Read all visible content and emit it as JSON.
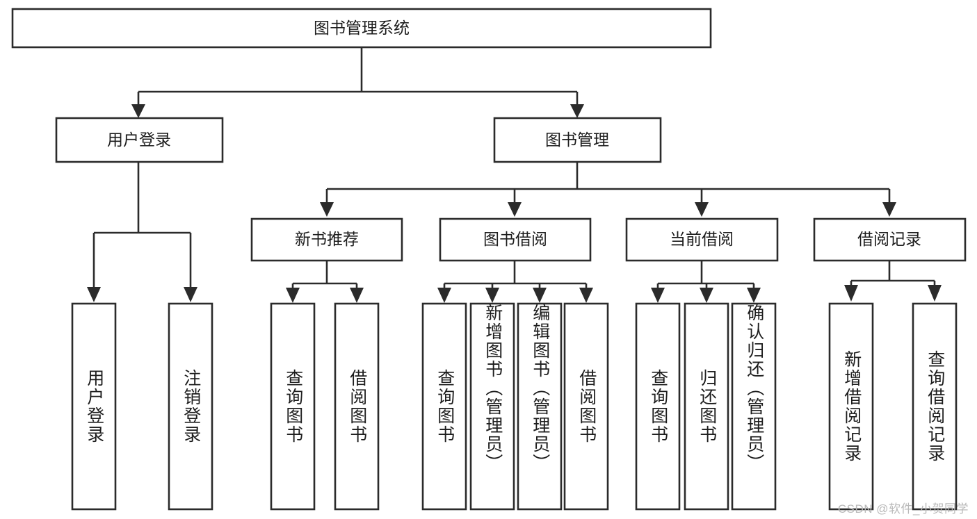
{
  "diagram": {
    "title": "图书管理系统",
    "type": "tree-hierarchy-chart",
    "watermark": "CSDN @软件_小贺同学",
    "colors": {
      "box_stroke": "#2b2b2b",
      "box_fill": "#ffffff",
      "text": "#1d1d1d",
      "background": "#ffffff",
      "watermark": "#b9b9b9"
    },
    "root": {
      "label": "图书管理系统"
    },
    "level2": [
      {
        "label": "用户登录"
      },
      {
        "label": "图书管理"
      }
    ],
    "level3": [
      {
        "label": "新书推荐"
      },
      {
        "label": "图书借阅"
      },
      {
        "label": "当前借阅"
      },
      {
        "label": "借阅记录"
      }
    ],
    "leaves": {
      "user_login": [
        {
          "label": "用户登录"
        },
        {
          "label": "注销登录"
        }
      ],
      "new_book_recommend": [
        {
          "label": "查询图书"
        },
        {
          "label": "借阅图书"
        }
      ],
      "book_borrow": [
        {
          "label": "查询图书"
        },
        {
          "label": "新增图书（管理员）"
        },
        {
          "label": "编辑图书（管理员）"
        },
        {
          "label": "借阅图书"
        }
      ],
      "current_borrow": [
        {
          "label": "查询图书"
        },
        {
          "label": "归还图书"
        },
        {
          "label": "确认归还（管理员）"
        }
      ],
      "borrow_record": [
        {
          "label": "新增借阅记录"
        },
        {
          "label": "查询借阅记录"
        }
      ]
    }
  }
}
